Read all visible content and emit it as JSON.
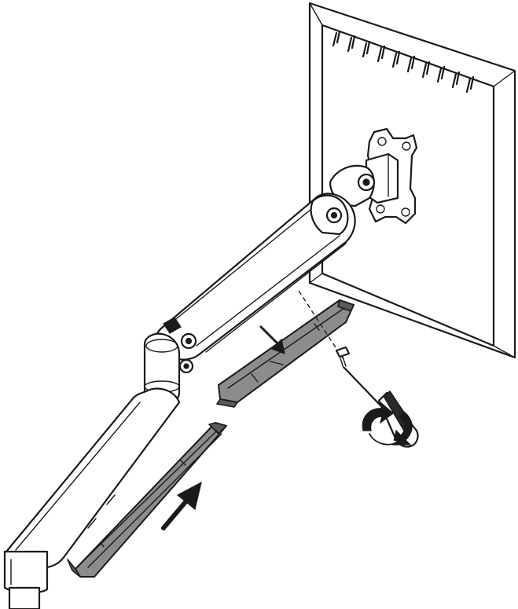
{
  "illustration": {
    "parts": [
      "monitor-back",
      "vesa-mount-plate",
      "upper-arm",
      "upper-cable-cover",
      "lower-arm",
      "lower-cable-cover",
      "screwdriver",
      "rotation-icon",
      "insert-arrow",
      "press-arrow"
    ],
    "colors": {
      "line": "#1a1a1a",
      "cover": "#8c8c8c",
      "cover_dark": "#5a5a5a",
      "background": "#ffffff"
    }
  }
}
